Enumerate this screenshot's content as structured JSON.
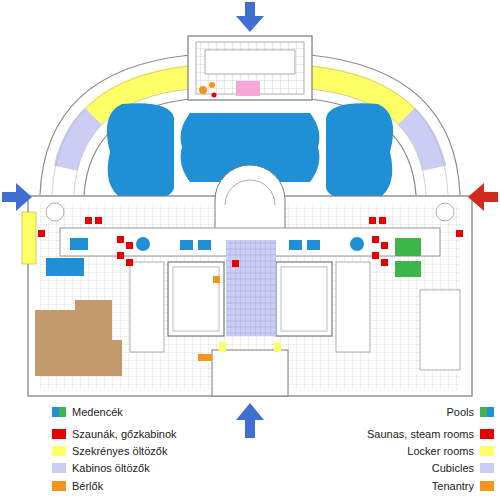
{
  "diagram": {
    "legend": [
      {
        "text": "Medencék",
        "color": "#1f8fd6"
      },
      {
        "text": "Pools",
        "color": "#1f8fd6"
      },
      {
        "text": "Szaunák, gőzkabinok",
        "color": "#e60000"
      },
      {
        "text": "Saunas, steam rooms",
        "color": "#e60000"
      },
      {
        "text": "Szekrényes öltözők",
        "color": "#ffff66"
      },
      {
        "text": "Locker rooms",
        "color": "#ffff66"
      },
      {
        "text": "Kabinos öltözők",
        "color": "#ccccf5"
      },
      {
        "text": "Cubicles",
        "color": "#ccccf5"
      },
      {
        "text": "Bérlők",
        "color": "#f7941d"
      },
      {
        "text": "Tenantry",
        "color": "#f7941d"
      }
    ]
  }
}
